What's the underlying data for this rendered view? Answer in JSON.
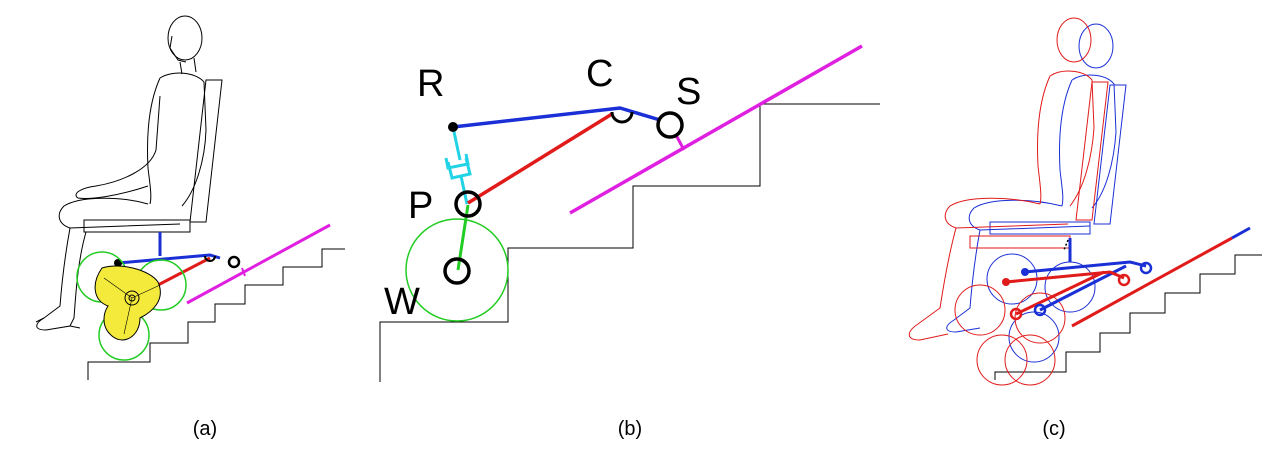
{
  "captions": {
    "a": "(a)",
    "b": "(b)",
    "c": "(c)"
  },
  "point_labels": {
    "R": "R",
    "C": "C",
    "S": "S",
    "P": "P",
    "W": "W"
  },
  "colors": {
    "frame": "#1a2fd6",
    "arm": "#e11a1a",
    "wheel_leg": "#22cc22",
    "wheel": "#22cc22",
    "actuator": "#22d3e6",
    "rail": "#e020e0",
    "hub": "#f3ea3c",
    "outline": "#000000"
  },
  "icons": [
    "human-seated-outline-icon",
    "tri-wheel-cluster-icon",
    "linear-actuator-icon",
    "joint-circle-icon"
  ]
}
